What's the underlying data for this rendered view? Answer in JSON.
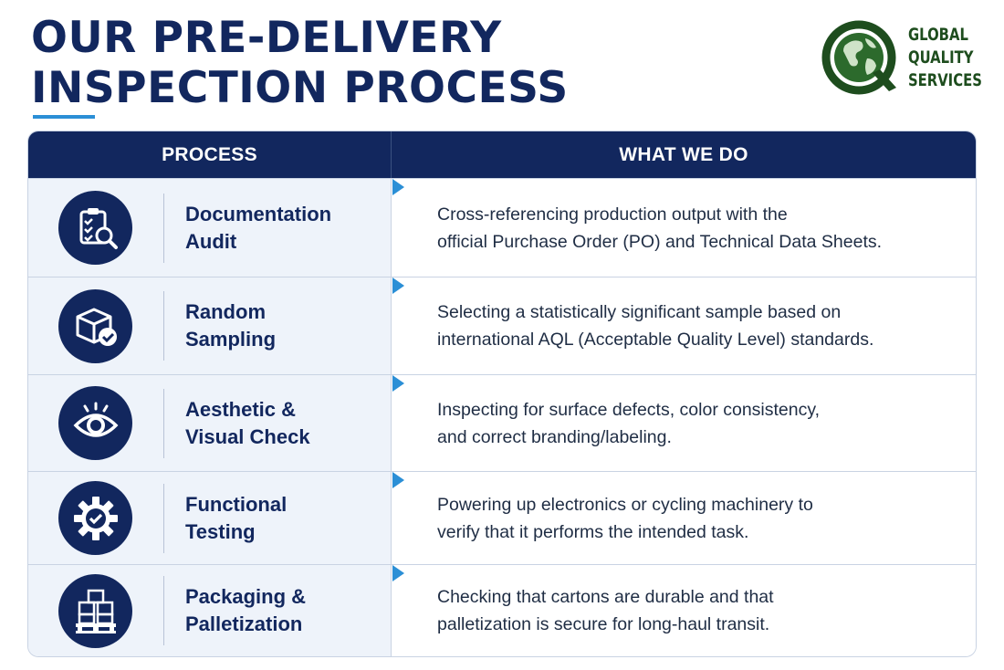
{
  "title": {
    "line1": "OUR PRE-DELIVERY",
    "line2": "INSPECTION PROCESS"
  },
  "logo": {
    "line1": "GLOBAL",
    "line2": "QUALITY",
    "line3": "SERVICES",
    "icon": "globe-q-logo"
  },
  "colors": {
    "navy": "#12275e",
    "accent": "#2b8fd6",
    "logo_green": "#1e4d1e",
    "row_bg": "#eef3fa"
  },
  "table": {
    "headers": {
      "process": "PROCESS",
      "what_we_do": "WHAT WE DO"
    },
    "rows": [
      {
        "icon": "clipboard-search-icon",
        "process": "Documentation\nAudit",
        "description": "Cross-referencing production output with the\nofficial Purchase Order (PO) and Technical Data Sheets."
      },
      {
        "icon": "box-check-icon",
        "process": "Random\nSampling",
        "description": "Selecting a statistically significant sample based on\ninternational AQL (Acceptable Quality Level) standards."
      },
      {
        "icon": "eye-icon",
        "process": "Aesthetic &\nVisual Check",
        "description": "Inspecting for surface defects, color consistency,\nand correct branding/labeling."
      },
      {
        "icon": "gear-check-icon",
        "process": "Functional\nTesting",
        "description": "Powering up electronics or cycling machinery to\nverify that it performs the intended task."
      },
      {
        "icon": "pallet-boxes-icon",
        "process": "Packaging &\nPalletization",
        "description": "Checking that cartons are durable and that\npalletization is secure for long-haul transit."
      }
    ]
  }
}
